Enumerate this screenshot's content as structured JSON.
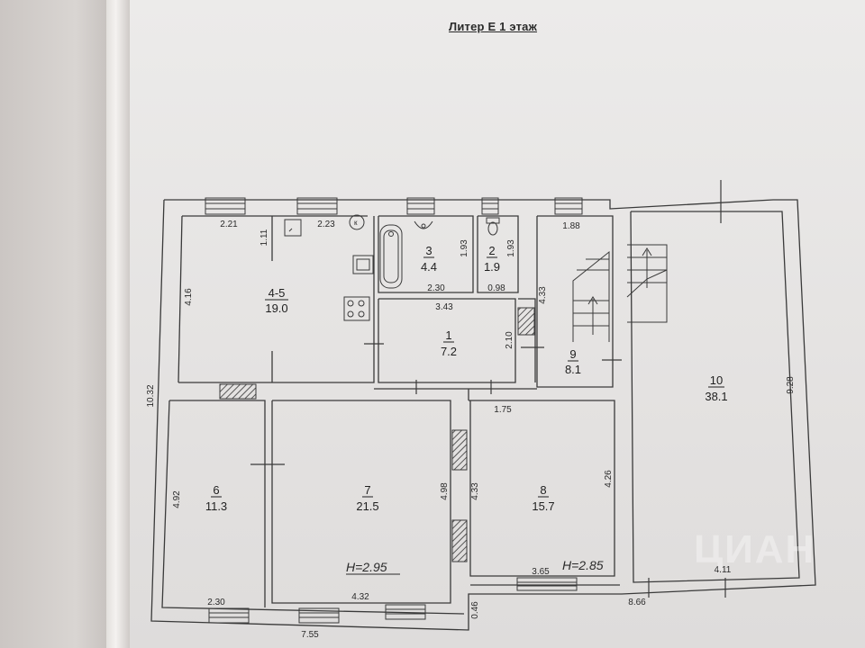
{
  "title": "Литер Е 1 этаж",
  "rooms": [
    {
      "id": "room-4-5",
      "number": "4-5",
      "area": "19.0"
    },
    {
      "id": "room-3",
      "number": "3",
      "area": "4.4"
    },
    {
      "id": "room-2",
      "number": "2",
      "area": "1.9"
    },
    {
      "id": "room-1",
      "number": "1",
      "area": "7.2"
    },
    {
      "id": "room-9",
      "number": "9",
      "area": "8.1"
    },
    {
      "id": "room-10",
      "number": "10",
      "area": "38.1"
    },
    {
      "id": "room-6",
      "number": "6",
      "area": "11.3"
    },
    {
      "id": "room-7",
      "number": "7",
      "area": "21.5"
    },
    {
      "id": "room-8",
      "number": "8",
      "area": "15.7"
    }
  ],
  "dimensions": {
    "d_2_21": "2.21",
    "d_2_23": "2.23",
    "d_1_11": "1.11",
    "d_4_16": "4.16",
    "d_1_93a": "1.93",
    "d_1_93b": "1.93",
    "d_2_30a": "2.30",
    "d_0_98": "0.98",
    "d_3_43": "3.43",
    "d_2_10": "2.10",
    "d_1_88": "1.88",
    "d_4_33a": "4.33",
    "d_9_28": "9.28",
    "d_10_32": "10.32",
    "d_1_75": "1.75",
    "d_4_92": "4.92",
    "d_4_98": "4.98",
    "d_4_33b": "4.33",
    "d_4_26": "4.26",
    "d_2_30b": "2.30",
    "d_4_32": "4.32",
    "d_3_65": "3.65",
    "d_4_11": "4.11",
    "d_8_66": "8.66",
    "d_0_46": "0.46",
    "d_7_55": "7.55"
  },
  "heights": {
    "h_7": "H=2.95",
    "h_8": "H=2.85"
  },
  "fixtures": {
    "k": "к"
  },
  "watermark": "ЦИАН"
}
